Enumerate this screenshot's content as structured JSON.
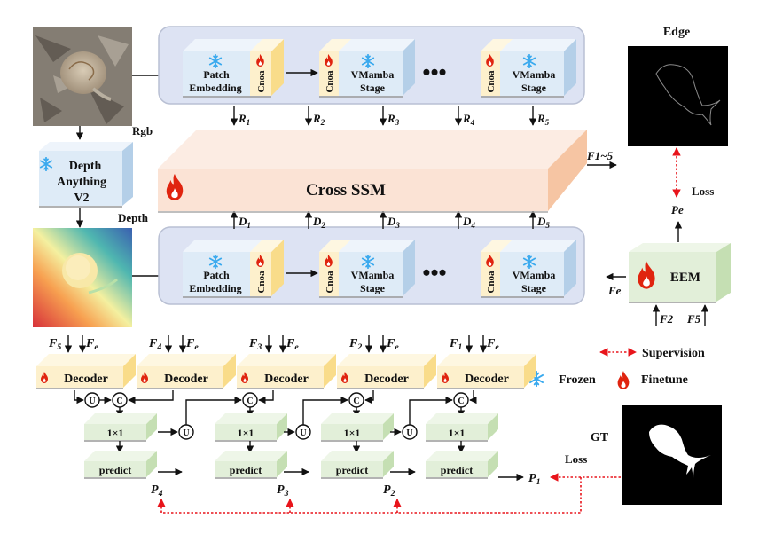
{
  "images": {
    "rgb_label": "Rgb",
    "depth_label": "Depth",
    "edge_label": "Edge",
    "gt_label": "GT"
  },
  "depth_anything": {
    "line1": "Depth",
    "line2": "Anything",
    "line3": "V2"
  },
  "encoder": {
    "patch_line1": "Patch",
    "patch_line2": "Embedding",
    "cnoa": "Cnoa",
    "stage_line1": "VMamba",
    "stage_line2": "Stage",
    "ellipsis": "•••"
  },
  "rgb_features": [
    "R1",
    "R2",
    "R3",
    "R4",
    "R5"
  ],
  "depth_features": [
    "D1",
    "D2",
    "D3",
    "D4",
    "D5"
  ],
  "cross_ssm": {
    "label": "Cross SSM",
    "output": "F1~5"
  },
  "eem": {
    "label": "EEM",
    "output_pe": "Pe",
    "output_fe": "Fe",
    "inputs": [
      "F2",
      "F5"
    ],
    "loss": "Loss"
  },
  "decoders": [
    {
      "label": "Decoder",
      "f": "F5",
      "fe": "Fe"
    },
    {
      "label": "Decoder",
      "f": "F4",
      "fe": "Fe"
    },
    {
      "label": "Decoder",
      "f": "F3",
      "fe": "Fe"
    },
    {
      "label": "Decoder",
      "f": "F2",
      "fe": "Fe"
    },
    {
      "label": "Decoder",
      "f": "F1",
      "fe": "Fe"
    }
  ],
  "ops": {
    "upsample": "U",
    "concat": "C",
    "conv": "1×1",
    "predict": "predict"
  },
  "predictions": [
    "P4",
    "P3",
    "P2",
    "P1"
  ],
  "gt_loss": "Loss",
  "legend": {
    "supervision": "Supervision",
    "frozen": "Frozen",
    "finetune": "Finetune"
  },
  "colors": {
    "encoder_bg": "#dde3f3",
    "frozen_block": "#deebf7",
    "cnoa_block": "#fdf0cc",
    "cross_ssm": "#fbe3d5",
    "green_block": "#e2efd9",
    "supervision": "#e8141b",
    "fire": "#e0240f",
    "snow": "#39a9ee"
  }
}
